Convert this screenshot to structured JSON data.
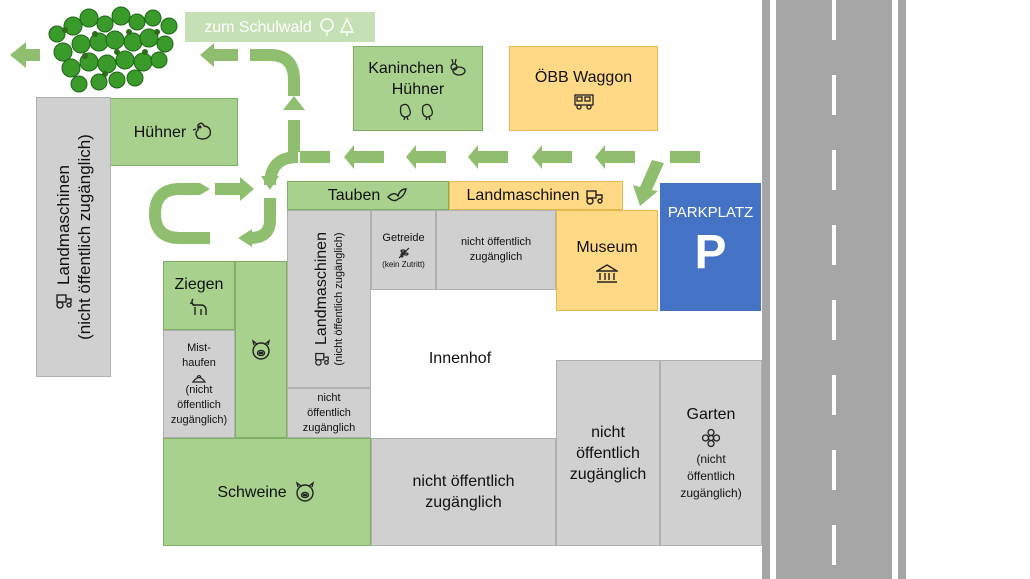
{
  "colors": {
    "green": "#a9d18e",
    "arrow_green": "#8fbf6e",
    "gray": "#d0d0d0",
    "yellow": "#ffd985",
    "parking_blue": "#4472c4",
    "road": "#a5a5a5"
  },
  "schulwald": {
    "label": "zum Schulwald",
    "icon": "trees-icon"
  },
  "kaninchen": {
    "line1": "Kaninchen",
    "line2": "Hühner",
    "icon1": "rabbit-icon",
    "icon2": "chicks-icon"
  },
  "oebb": {
    "label": "ÖBB Waggon",
    "icon": "train-icon"
  },
  "huehner": {
    "label": "Hühner",
    "icon": "hen-icon"
  },
  "landmaschinen_left": {
    "line1": "Landmaschinen",
    "line2": "(nicht öffentlich zugänglich)",
    "icon": "tractor-icon"
  },
  "tauben": {
    "label": "Tauben",
    "icon": "dove-icon"
  },
  "landmaschinen_top": {
    "label": "Landmaschinen",
    "icon": "tractor-icon"
  },
  "parkplatz": {
    "label": "PARKPLATZ",
    "symbol": "P"
  },
  "museum": {
    "label": "Museum",
    "icon": "museum-icon"
  },
  "landmaschinen_mid": {
    "line1": "Landmaschinen",
    "line2": "(nicht öffentlich zugänglich)",
    "icon": "tractor-icon"
  },
  "getreide": {
    "label": "Getreide",
    "note": "(kein Zutritt)",
    "icon": "grain-icon"
  },
  "nicht_top": {
    "line1": "nicht  öffentlich",
    "line2": "zugänglich"
  },
  "ziegen": {
    "label": "Ziegen",
    "icon": "goat-icon"
  },
  "pig_stall": {
    "icon": "pig-icon"
  },
  "misthaufen": {
    "line1": "Mist-",
    "line2": "haufen",
    "line3": "(nicht",
    "line4": "öffentlich",
    "line5": "zugänglich)",
    "icon": "dung-icon"
  },
  "nicht_mid": {
    "line1": "nicht",
    "line2": "öffentlich",
    "line3": "zugänglich"
  },
  "innenhof": {
    "label": "Innenhof"
  },
  "schweine": {
    "label": "Schweine",
    "icon": "pig-icon"
  },
  "nicht_bottom": {
    "line1": "nicht  öffentlich",
    "line2": "zugänglich"
  },
  "nicht_right": {
    "line1": "nicht",
    "line2": "öffentlich",
    "line3": "zugänglich"
  },
  "garten": {
    "label": "Garten",
    "line1": "(nicht",
    "line2": "öffentlich",
    "line3": "zugänglich)",
    "icon": "flower-icon"
  }
}
